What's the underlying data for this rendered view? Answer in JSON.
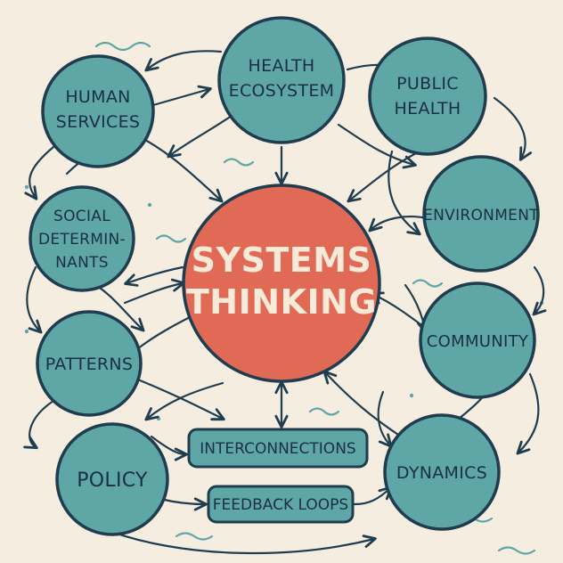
{
  "center": {
    "line1": "SYSTEMS",
    "line2": "THINKING"
  },
  "nodes": {
    "health_ecosystem": [
      "HEALTH",
      "ECOSYSTEM"
    ],
    "human_services": [
      "HUMAN",
      "SERVICES"
    ],
    "public_health": [
      "PUBLIC",
      "HEALTH"
    ],
    "social_determinants": [
      "SOCIAL",
      "DETERMIN-",
      "NANTS"
    ],
    "environment": [
      "ENVIRONMENT"
    ],
    "patterns": [
      "PATTERNS"
    ],
    "community": [
      "COMMUNITY"
    ],
    "policy": [
      "POLICY"
    ],
    "dynamics": [
      "DYNAMICS"
    ]
  },
  "boxes": {
    "interconnections": "INTERCONNECTIONS",
    "feedback_loops": "FEEDBACK LOOPS"
  },
  "colors": {
    "background": "#f6ede1",
    "node_fill": "#5fa7a6",
    "center_fill": "#e06a55",
    "ink": "#1f3d4f",
    "center_text": "#f8ead8"
  }
}
